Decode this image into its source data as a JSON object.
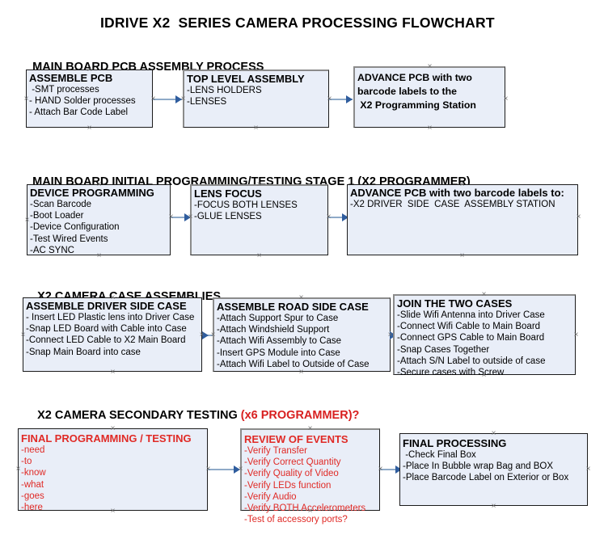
{
  "document": {
    "title": "IDRIVE X2  SERIES CAMERA PROCESSING FLOWCHART"
  },
  "sections": [
    {
      "heading": "MAIN BOARD PCB ASSEMBLY PROCESS",
      "heading_red": "",
      "boxes": [
        {
          "title": "ASSEMBLE PCB",
          "lines": [
            " -SMT processes",
            "- HAND Solder processes",
            "- Attach Bar Code Label"
          ],
          "red": false
        },
        {
          "title": "TOP LEVEL ASSEMBLY",
          "lines": [
            "-LENS HOLDERS",
            "-LENSES"
          ],
          "red": false
        },
        {
          "title": "ADVANCE PCB with two",
          "lines": [
            "barcode labels to the",
            " X2 Programming Station"
          ],
          "red": false
        }
      ]
    },
    {
      "heading": "MAIN BOARD INITIAL PROGRAMMING/TESTING STAGE 1 (X2 PROGRAMMER)",
      "heading_red": "",
      "boxes": [
        {
          "title": "DEVICE PROGRAMMING",
          "lines": [
            "-Scan Barcode",
            "-Boot Loader",
            "-Device Configuration",
            "-Test Wired Events",
            "-AC SYNC"
          ],
          "red": false
        },
        {
          "title": "LENS FOCUS",
          "lines": [
            "-FOCUS BOTH LENSES",
            "-GLUE LENSES"
          ],
          "red": false
        },
        {
          "title": "ADVANCE PCB with two barcode labels to:",
          "lines": [
            "-X2 DRIVER  SIDE  CASE  ASSEMBLY STATION"
          ],
          "red": false
        }
      ]
    },
    {
      "heading": "X2 CAMERA CASE ASSEMBLIES",
      "heading_red": "",
      "boxes": [
        {
          "title": "ASSEMBLE DRIVER SIDE CASE",
          "lines": [
            "- Insert LED Plastic lens into Driver Case",
            "-Snap LED Board with Cable into Case",
            "-Connect LED Cable to X2 Main Board",
            "-Snap Main Board into case"
          ],
          "red": false
        },
        {
          "title": "ASSEMBLE ROAD SIDE CASE",
          "lines": [
            "-Attach Support Spur to Case",
            "-Attach Windshield Support",
            "-Attach Wifi Assembly to Case",
            "-Insert GPS Module into Case",
            "-Attach Wifi Label to Outside of Case"
          ],
          "red": false
        },
        {
          "title": "JOIN THE TWO CASES",
          "lines": [
            "-Slide Wifi Antenna into Driver Case",
            "-Connect Wifi Cable to Main Board",
            "-Connect GPS Cable to Main Board",
            "-Snap Cases Together",
            "-Attach S/N Label to outside of case",
            "-Secure cases with Screw"
          ],
          "red": false
        }
      ]
    },
    {
      "heading": "X2 CAMERA SECONDARY TESTING ",
      "heading_red": "(x6 PROGRAMMER)?",
      "boxes": [
        {
          "title": "FINAL PROGRAMMING / TESTING",
          "lines": [
            "-need",
            "-to",
            "-know",
            "-what",
            "-goes",
            "-here"
          ],
          "red": true
        },
        {
          "title": "REVIEW OF EVENTS",
          "lines": [
            "-Verify Transfer",
            "-Verify Correct Quantity",
            "-Verify Quality of Video",
            "-Verify LEDs function",
            "-Verify Audio",
            "-Verify BOTH Accelerometers",
            "-Test of accessory ports?"
          ],
          "red": true
        },
        {
          "title": "FINAL PROCESSING",
          "lines": [
            " -Check Final Box",
            "-Place In Bubble wrap Bag and BOX",
            "-Place Barcode Label on Exterior or Box"
          ],
          "red": false
        }
      ]
    }
  ],
  "colors": {
    "box_fill": "#e9eef8",
    "box_border": "#1b1b1b",
    "connector": "#8faac8",
    "arrow": "#2f5d9e",
    "red_text": "#e02a26"
  }
}
